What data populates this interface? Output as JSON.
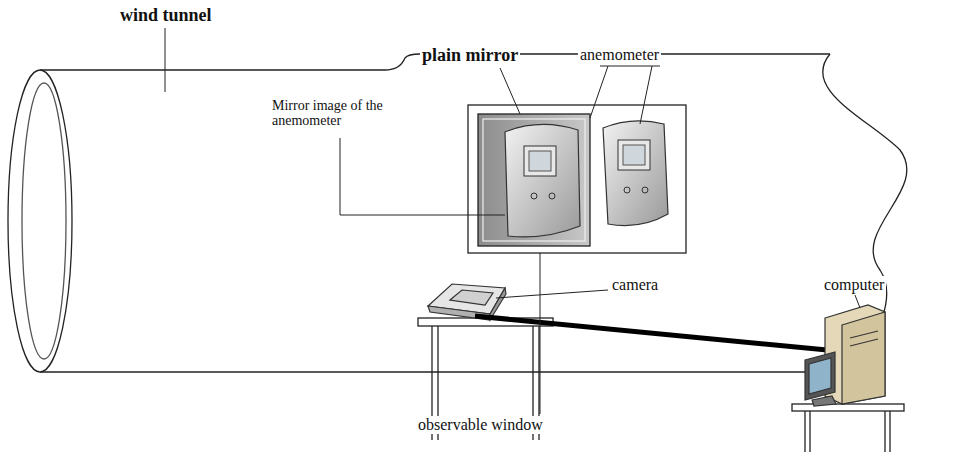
{
  "diagram": {
    "labels": [
      "wind tunnel",
      "plain mirror",
      "anemometer",
      "Mirror image of the anemometer",
      "camera",
      "computer",
      "observable window"
    ]
  }
}
